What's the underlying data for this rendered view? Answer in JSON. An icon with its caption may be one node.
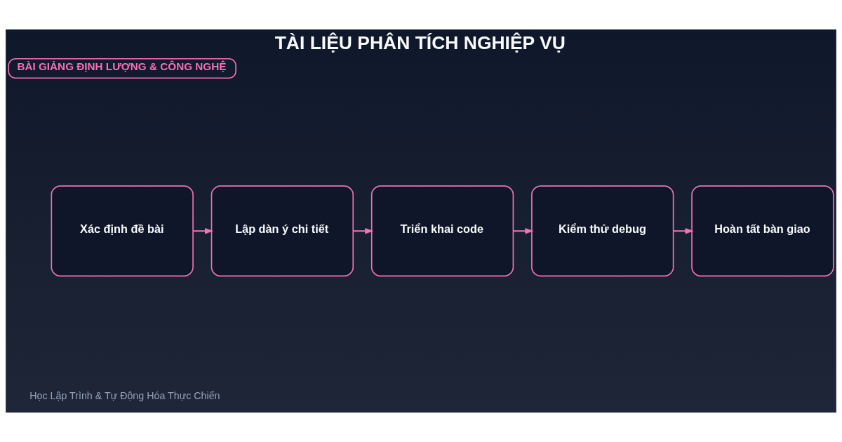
{
  "diagram": {
    "title": "TÀI LIỆU PHÂN TÍCH NGHIỆP VỤ",
    "nodes": [
      {
        "text": [
          "BÀI GIẢNG ĐỊNH LƯỢNG & CÔNG NGHỆ"
        ]
      },
      {
        "text": [
          "Xác định đề bài"
        ]
      },
      {
        "text": [
          "Lập dàn ý chi tiết"
        ]
      },
      {
        "text": [
          "Triển khai code"
        ]
      },
      {
        "text": [
          "Kiểm thử debug"
        ]
      },
      {
        "text": [
          "Hoàn tất bàn giao"
        ]
      }
    ],
    "edges": [
      {
        "from": 1,
        "to": 2,
        "arrow": "to"
      },
      {
        "from": 2,
        "to": 3,
        "arrow": "to"
      },
      {
        "from": 3,
        "to": 4,
        "arrow": "to"
      },
      {
        "from": 4,
        "to": 5,
        "arrow": "to"
      }
    ],
    "labels": [
      "Học Lập Trình & Tự Động Hóa Thực Chiến"
    ]
  }
}
